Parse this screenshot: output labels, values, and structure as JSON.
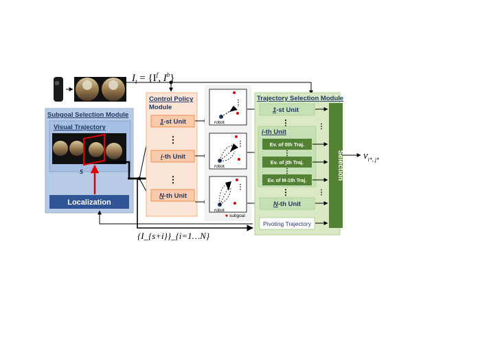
{
  "input": {
    "image_eq": "I_t = {I_t^f, I_t^b}",
    "image_eq_main": "I",
    "image_eq_sub": "t",
    "image_eq_rest": " = {I",
    "image_eq_sup_f": "f",
    "image_eq_comma": ", I",
    "image_eq_sup_b": "b",
    "image_eq_close": "}"
  },
  "subgoal_module": {
    "title": "Subgoal Selection Module",
    "visual_trajectory": "Visual Trajectory",
    "s_label": "s",
    "localization": "Localization",
    "subgoal_images_eq": "{I_{s+i}}_{i=1…N}"
  },
  "control_module": {
    "title_line1": "Control Policy",
    "title_line2": "Module",
    "units": [
      {
        "prefix": "1",
        "suffix": "-st Unit"
      },
      {
        "prefix": "i",
        "suffix": "-th Unit"
      },
      {
        "prefix": "N",
        "suffix": "-th Unit"
      }
    ],
    "ellipsis": "⋮"
  },
  "trajectory_panels": {
    "robot_label": "robot",
    "subgoal_label": "subgoal"
  },
  "selection_module": {
    "title": "Trajectory Selection Module",
    "unit_1_prefix": "1",
    "unit_1_suffix": "-st  Unit",
    "unit_i_prefix": "i",
    "unit_i_suffix": "-th Unit",
    "unit_n_prefix": "N",
    "unit_n_suffix": "-th  Unit",
    "ev_0": "Ev. of 0th Traj.",
    "ev_j": "Ev. of jth Traj.",
    "ev_m": "Ev. of M-1th Traj.",
    "pivoting": "Pivoting Trajectory",
    "selection": "Selection"
  },
  "output": {
    "eq_main": "ν",
    "eq_sub": "i*, j*"
  },
  "colors": {
    "blue_bg": "#b7cbe6",
    "blue_inner": "#a6bfe3",
    "localization": "#2f5597",
    "orange_bg": "#fbe5d6",
    "orange_unit": "#f8cbad",
    "green_bg": "#d9e8c5",
    "green_unit": "#c5e0b4",
    "green_dark": "#548235",
    "gray_bg": "#f2f2f2",
    "red": "#e00000",
    "navy": "#1f3864"
  }
}
